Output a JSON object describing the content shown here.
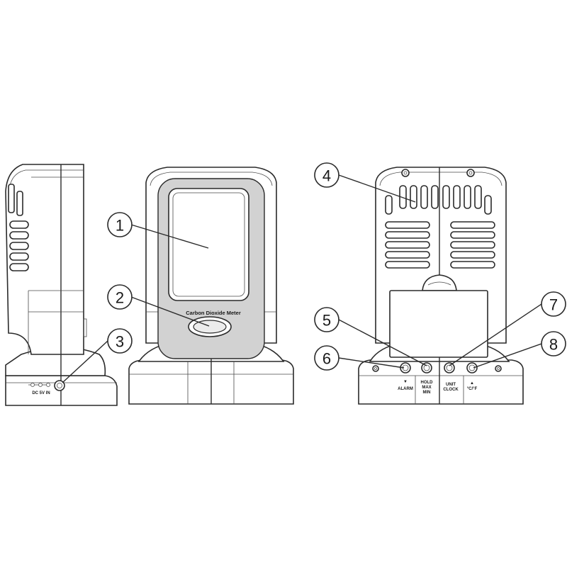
{
  "front_view": {
    "meter_label": "Carbon Dioxide Meter"
  },
  "side_view": {
    "power_label": "DC 5V IN"
  },
  "back_view": {
    "buttons": {
      "alarm": {
        "arrow": "▼",
        "line1": "ALARM"
      },
      "hold": {
        "line1": "HOLD",
        "line2": "MAX",
        "line3": "MIN"
      },
      "unit": {
        "line1": "UNIT",
        "line2": "CLOCK"
      },
      "temp": {
        "arrow": "▲",
        "line1": "°C/°F"
      }
    }
  },
  "callouts": [
    "1",
    "2",
    "3",
    "4",
    "5",
    "6",
    "7",
    "8"
  ]
}
